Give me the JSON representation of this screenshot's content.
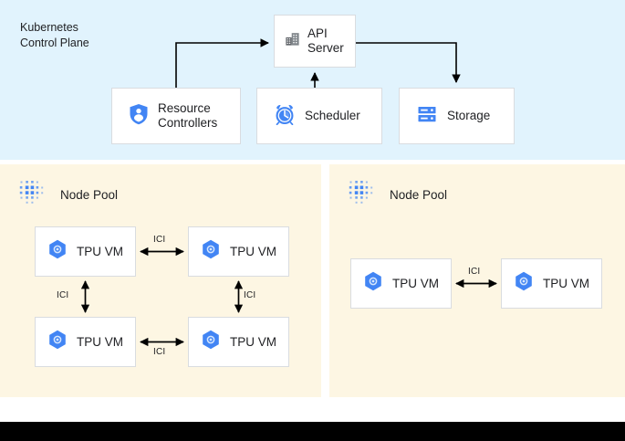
{
  "diagram": {
    "control_plane": {
      "title": "Kubernetes\nControl Plane",
      "background_color": "#e1f3fd",
      "nodes": [
        {
          "id": "api-server",
          "label": "API\nServer",
          "icon": "building-icon"
        },
        {
          "id": "resource-controllers",
          "label": "Resource\nControllers",
          "icon": "shield-user-icon"
        },
        {
          "id": "scheduler",
          "label": "Scheduler",
          "icon": "alarm-clock-icon"
        },
        {
          "id": "storage",
          "label": "Storage",
          "icon": "server-stack-icon"
        }
      ],
      "edges": [
        {
          "from": "resource-controllers",
          "to": "api-server",
          "direction": "one-way"
        },
        {
          "from": "scheduler",
          "to": "api-server",
          "direction": "one-way"
        },
        {
          "from": "api-server",
          "to": "storage",
          "direction": "one-way"
        }
      ]
    },
    "node_pools": [
      {
        "id": "node-pool-left",
        "title": "Node Pool",
        "icon": "dot-grid-icon",
        "background_color": "#fdf6e3",
        "vms": [
          {
            "id": "vm-a",
            "label": "TPU VM",
            "icon": "tpu-hexagon-icon"
          },
          {
            "id": "vm-b",
            "label": "TPU VM",
            "icon": "tpu-hexagon-icon"
          },
          {
            "id": "vm-c",
            "label": "TPU VM",
            "icon": "tpu-hexagon-icon"
          },
          {
            "id": "vm-d",
            "label": "TPU VM",
            "icon": "tpu-hexagon-icon"
          }
        ],
        "links": [
          {
            "from": "vm-a",
            "to": "vm-b",
            "label": "ICI",
            "orientation": "horizontal"
          },
          {
            "from": "vm-a",
            "to": "vm-c",
            "label": "ICI",
            "orientation": "vertical"
          },
          {
            "from": "vm-b",
            "to": "vm-d",
            "label": "ICI",
            "orientation": "vertical"
          },
          {
            "from": "vm-c",
            "to": "vm-d",
            "label": "ICI",
            "orientation": "horizontal"
          }
        ]
      },
      {
        "id": "node-pool-right",
        "title": "Node Pool",
        "icon": "dot-grid-icon",
        "background_color": "#fdf6e3",
        "vms": [
          {
            "id": "vm-e",
            "label": "TPU VM",
            "icon": "tpu-hexagon-icon"
          },
          {
            "id": "vm-f",
            "label": "TPU VM",
            "icon": "tpu-hexagon-icon"
          }
        ],
        "links": [
          {
            "from": "vm-e",
            "to": "vm-f",
            "label": "ICI",
            "orientation": "horizontal"
          }
        ]
      }
    ],
    "colors": {
      "control_plane_bg": "#e1f3fd",
      "node_pool_bg": "#fdf6e3",
      "accent_blue": "#4285f4",
      "icon_gray": "#5f6368",
      "box_border": "#d9dce0",
      "connector": "#000000",
      "bottom_bar": "#000000"
    }
  }
}
